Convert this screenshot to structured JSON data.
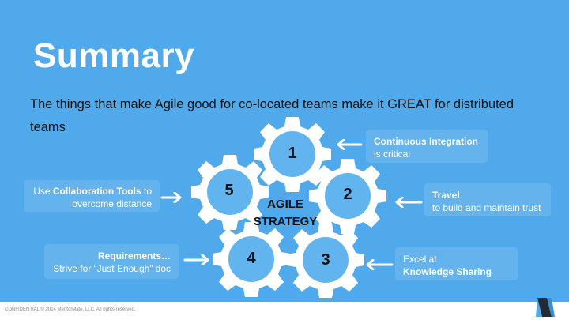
{
  "slide": {
    "title": "Summary",
    "subtitle": "The things that make Agile good for co-located teams make it GREAT for distributed teams",
    "center_label_line1": "AGILE",
    "center_label_line2": "STRATEGY",
    "gears": [
      {
        "number": "1"
      },
      {
        "number": "2"
      },
      {
        "number": "3"
      },
      {
        "number": "4"
      },
      {
        "number": "5"
      }
    ],
    "callouts": {
      "c1": {
        "bold": "Continuous Integration",
        "text": "is critical"
      },
      "c2": {
        "bold": "Travel",
        "text": "to build and maintain trust"
      },
      "c3": {
        "text": "Excel at",
        "bold": "Knowledge Sharing"
      },
      "c4": {
        "pre": "Use ",
        "bold": "Collaboration Tools",
        "post": " to",
        "line2": "overcome distance"
      },
      "c5": {
        "bold": "Requirements…",
        "text": "Strive for “Just Enough” doc"
      }
    }
  },
  "footer": {
    "text": "CONFIDENTIAL © 2014 MentorMate, LLC. All rights reserved."
  },
  "colors": {
    "background": "#4fa9ea",
    "gear_fill": "#ffffff",
    "gear_inner": "#62b4ee",
    "text_dark": "#111111"
  }
}
